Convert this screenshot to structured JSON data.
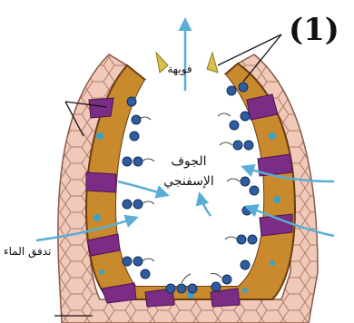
{
  "figure_number": "(1)",
  "labels": {
    "osculum": "فويهة",
    "spongocoel": [
      "الجوف",
      "الإسفنجي"
    ],
    "water_flow": "تدفق الماء"
  },
  "colors": {
    "outer_wall": "#e7b9a8",
    "mesohyl": "#c98a2e",
    "pore_cell": "#7b2d86",
    "choanocyte": "#2e5c9e",
    "water_arrow": "#5aaed6",
    "collar_tip": "#d8c04a"
  }
}
